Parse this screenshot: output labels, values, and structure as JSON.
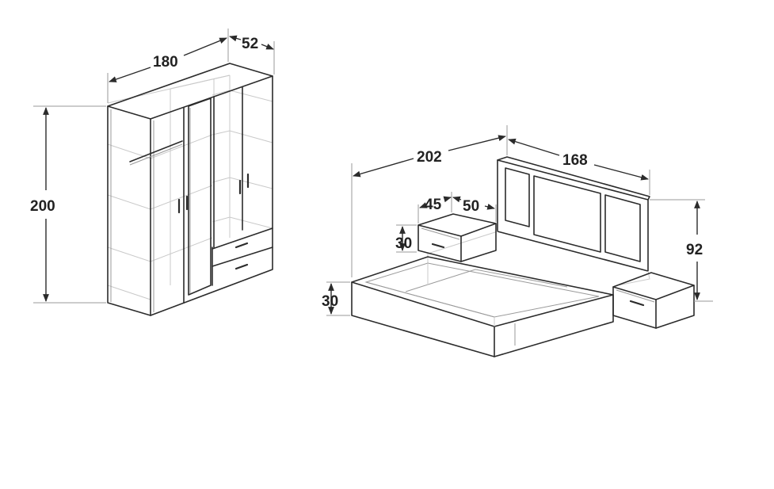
{
  "wardrobe": {
    "width_label": "180",
    "depth_label": "52",
    "height_label": "200"
  },
  "bed": {
    "length_label": "202",
    "width_label": "168",
    "headboard_height_label": "92",
    "base_height_label": "30"
  },
  "nightstand": {
    "width_label": "45",
    "depth_label": "50",
    "height_label": "30"
  },
  "colors": {
    "line": "#2b2b2b",
    "hidden_line": "#c9c9c9",
    "background": "#ffffff"
  }
}
